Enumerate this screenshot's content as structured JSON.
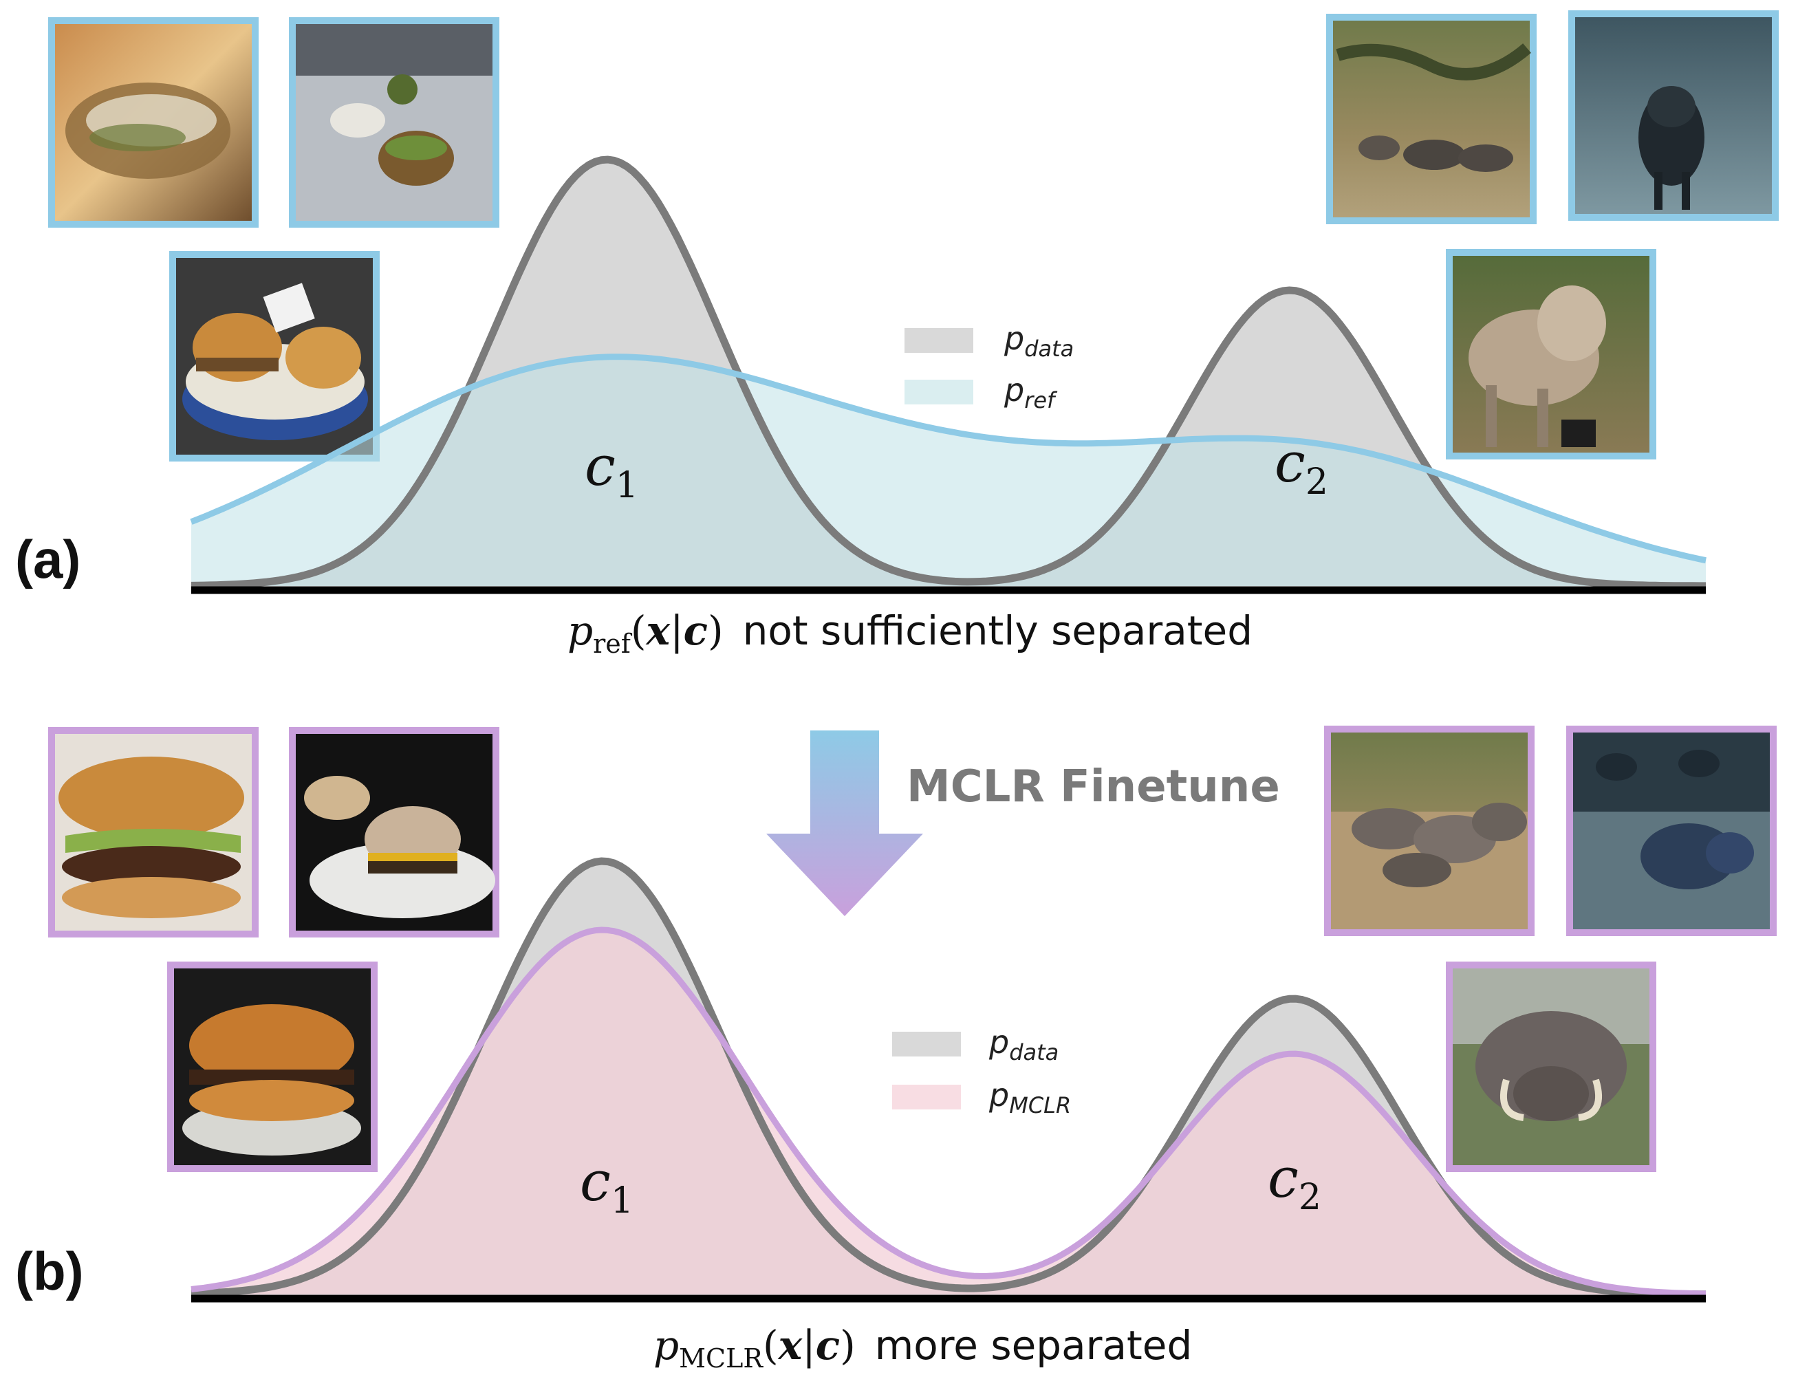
{
  "panels": [
    {
      "label": "(a)",
      "clusters": [
        {
          "main": "c",
          "sub": "1"
        },
        {
          "main": "c",
          "sub": "2"
        }
      ],
      "legend": [
        {
          "main": "p",
          "sub": "data",
          "color": "#d9d9d9"
        },
        {
          "main": "p",
          "sub": "ref",
          "color": "#daeef0"
        }
      ],
      "caption": {
        "p": "p",
        "sub": "ref",
        "open": "(",
        "x": "x",
        "bar": "|",
        "c": "c",
        "close": ")",
        "text": "not sufficiently separated"
      },
      "colors": {
        "data_fill": "#d8d8d8",
        "data_line": "#7b7b7b",
        "model_fill": "#bfe2e8",
        "model_line": "#8ecae6",
        "frame": "#8ecae6"
      },
      "thumbnails": [
        {
          "subject": "sandwich",
          "class": "c1"
        },
        {
          "subject": "burger plate",
          "class": "c1"
        },
        {
          "subject": "burger meal",
          "class": "c1"
        },
        {
          "subject": "warthogs in grass",
          "class": "c2"
        },
        {
          "subject": "warthog on ground",
          "class": "c2"
        },
        {
          "subject": "warthog close-up",
          "class": "c2"
        }
      ]
    },
    {
      "label": "(b)",
      "clusters": [
        {
          "main": "c",
          "sub": "1"
        },
        {
          "main": "c",
          "sub": "2"
        }
      ],
      "legend": [
        {
          "main": "p",
          "sub": "data",
          "color": "#d9d9d9"
        },
        {
          "main": "p",
          "sub": "MCLR",
          "color": "#f8dde3"
        }
      ],
      "caption": {
        "p": "p",
        "sub": "MCLR",
        "open": "(",
        "x": "x",
        "bar": "|",
        "c": "c",
        "close": ")",
        "text": "more separated"
      },
      "colors": {
        "data_fill": "#d8d8d8",
        "data_line": "#7b7b7b",
        "model_fill": "#f3d0d8",
        "model_line": "#c9a0dc",
        "frame": "#c9a0dc"
      },
      "thumbnails": [
        {
          "subject": "cheeseburger",
          "class": "c1"
        },
        {
          "subject": "burgers on plate",
          "class": "c1"
        },
        {
          "subject": "hamburger",
          "class": "c1"
        },
        {
          "subject": "warthog herd",
          "class": "c2"
        },
        {
          "subject": "warthogs on dark ground",
          "class": "c2"
        },
        {
          "subject": "warthog with tusks",
          "class": "c2"
        }
      ]
    }
  ],
  "arrow": {
    "label": "MCLR Finetune",
    "top_color": "#8ecae6",
    "bottom_color": "#c9a0dc"
  }
}
